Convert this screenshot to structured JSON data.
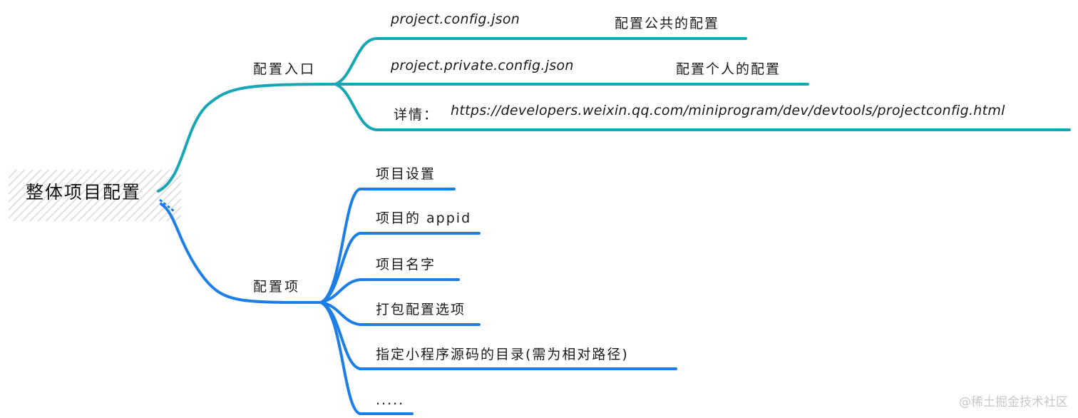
{
  "colors": {
    "teal": "#16a7b7",
    "blue": "#1d7ee6",
    "root_hatch": "#d9d9d9"
  },
  "root": {
    "label": "整体项目配置"
  },
  "branches": [
    {
      "label": "配置入口",
      "children": [
        {
          "label": "project.config.json",
          "note": "配置公共的配置"
        },
        {
          "label": "project.private.config.json",
          "note": "配置个人的配置"
        },
        {
          "label": "详情：",
          "note": "https://developers.weixin.qq.com/miniprogram/dev/devtools/projectconfig.html"
        }
      ]
    },
    {
      "label": "配置项",
      "children": [
        {
          "label": "项目设置"
        },
        {
          "label": "项目的 appid"
        },
        {
          "label": "项目名字"
        },
        {
          "label": "打包配置选项"
        },
        {
          "label": "指定小程序源码的目录(需为相对路径)"
        },
        {
          "label": "....."
        }
      ]
    }
  ],
  "watermark": "@稀土掘金技术社区"
}
